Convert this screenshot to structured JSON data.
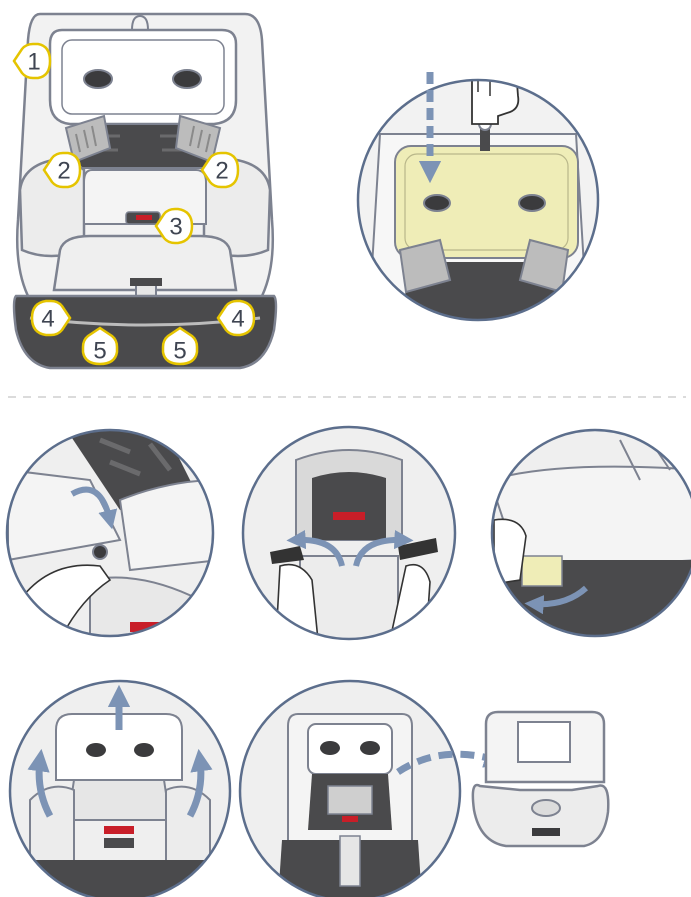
{
  "overview": {
    "callouts": [
      {
        "label": "1"
      },
      {
        "label": "2"
      },
      {
        "label": "2"
      },
      {
        "label": "3"
      },
      {
        "label": "4"
      },
      {
        "label": "4"
      },
      {
        "label": "5"
      },
      {
        "label": "5"
      }
    ]
  },
  "steps": [
    {
      "id": "headrest-insert-pull",
      "arrow": "down"
    },
    {
      "id": "shoulder-pad-unbutton",
      "arrow": "curved"
    },
    {
      "id": "buckle-pad-remove",
      "arrow": "outward"
    },
    {
      "id": "lap-cover-tuck",
      "arrow": "curved"
    },
    {
      "id": "cover-lift-off",
      "arrow": "up"
    },
    {
      "id": "cover-removed",
      "arrow": "dashed-right"
    }
  ],
  "colors": {
    "outline": "#7d8290",
    "seat_fill": "#eeeeee",
    "dark_fill": "#4a4a4c",
    "callout_border": "#e5c400",
    "arrow": "#7c93b5",
    "circle_border": "#5c6e8c",
    "highlight": "#efedb7",
    "accent_red": "#c81e28",
    "divider": "#cfcfcf"
  }
}
